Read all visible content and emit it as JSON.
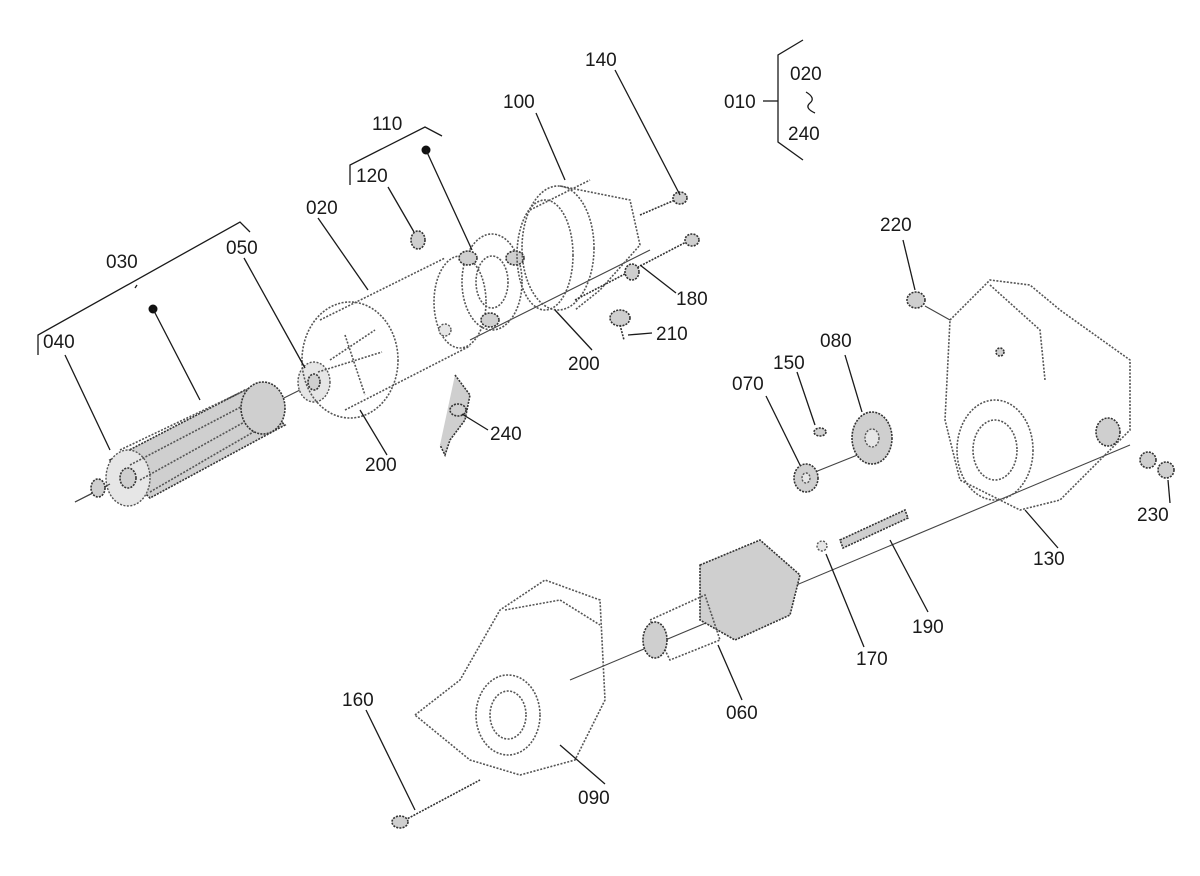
{
  "labels": {
    "l010": "010",
    "l020a": "020",
    "l240a": "240",
    "l110": "110",
    "l100": "100",
    "l140": "140",
    "l120": "120",
    "l020": "020",
    "l030": "030",
    "l050": "050",
    "l040": "040",
    "l180": "180",
    "l210": "210",
    "l200a": "200",
    "l200b": "200",
    "l240": "240",
    "l220": "220",
    "l080": "080",
    "l150": "150",
    "l070": "070",
    "l230": "230",
    "l130": "130",
    "l190": "190",
    "l170": "170",
    "l060": "060",
    "l160": "160",
    "l090": "090"
  }
}
